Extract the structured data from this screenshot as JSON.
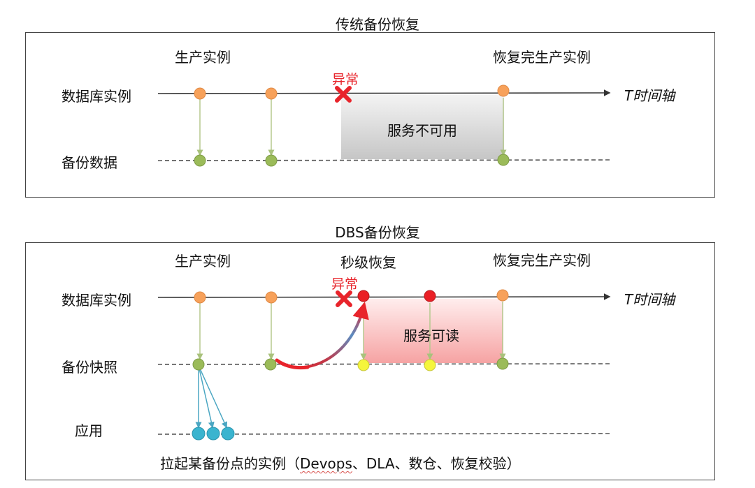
{
  "colors": {
    "orange_node": "#f7a15a",
    "green_node": "#9bbb59",
    "red_node": "#ea1f25",
    "yellow_node": "#f5f53c",
    "cyan_node": "#3ab4cf",
    "down_arrow": "#b5c98e",
    "cyan_arrow": "#4aa6c2",
    "exception_red": "#e8242b",
    "unavailable_fill_top": "#f2f2f2",
    "unavailable_fill_bottom": "#c9c9c9",
    "readable_fill_top": "#ffeaea",
    "readable_fill_bottom": "#f7a0a0"
  },
  "traditional": {
    "title": "传统备份恢复",
    "top_labels": {
      "production": "生产实例",
      "recovered": "恢复完生产实例"
    },
    "rows": {
      "database": "数据库实例",
      "backup": "备份数据"
    },
    "axis_label": "T时间轴",
    "exception_label": "异常",
    "outage_label": "服务不可用"
  },
  "dbs": {
    "title": "DBS备份恢复",
    "top_labels": {
      "production": "生产实例",
      "second_recovery": "秒级恢复",
      "recovered": "恢复完生产实例"
    },
    "rows": {
      "database": "数据库实例",
      "snapshot": "备份快照",
      "application": "应用"
    },
    "axis_label": "T时间轴",
    "exception_label": "异常",
    "readable_label": "服务可读",
    "footer": {
      "prefix": "拉起某备份点的实例（",
      "devops": "Devops",
      "rest": "、DLA、数仓、恢复校验）"
    }
  }
}
